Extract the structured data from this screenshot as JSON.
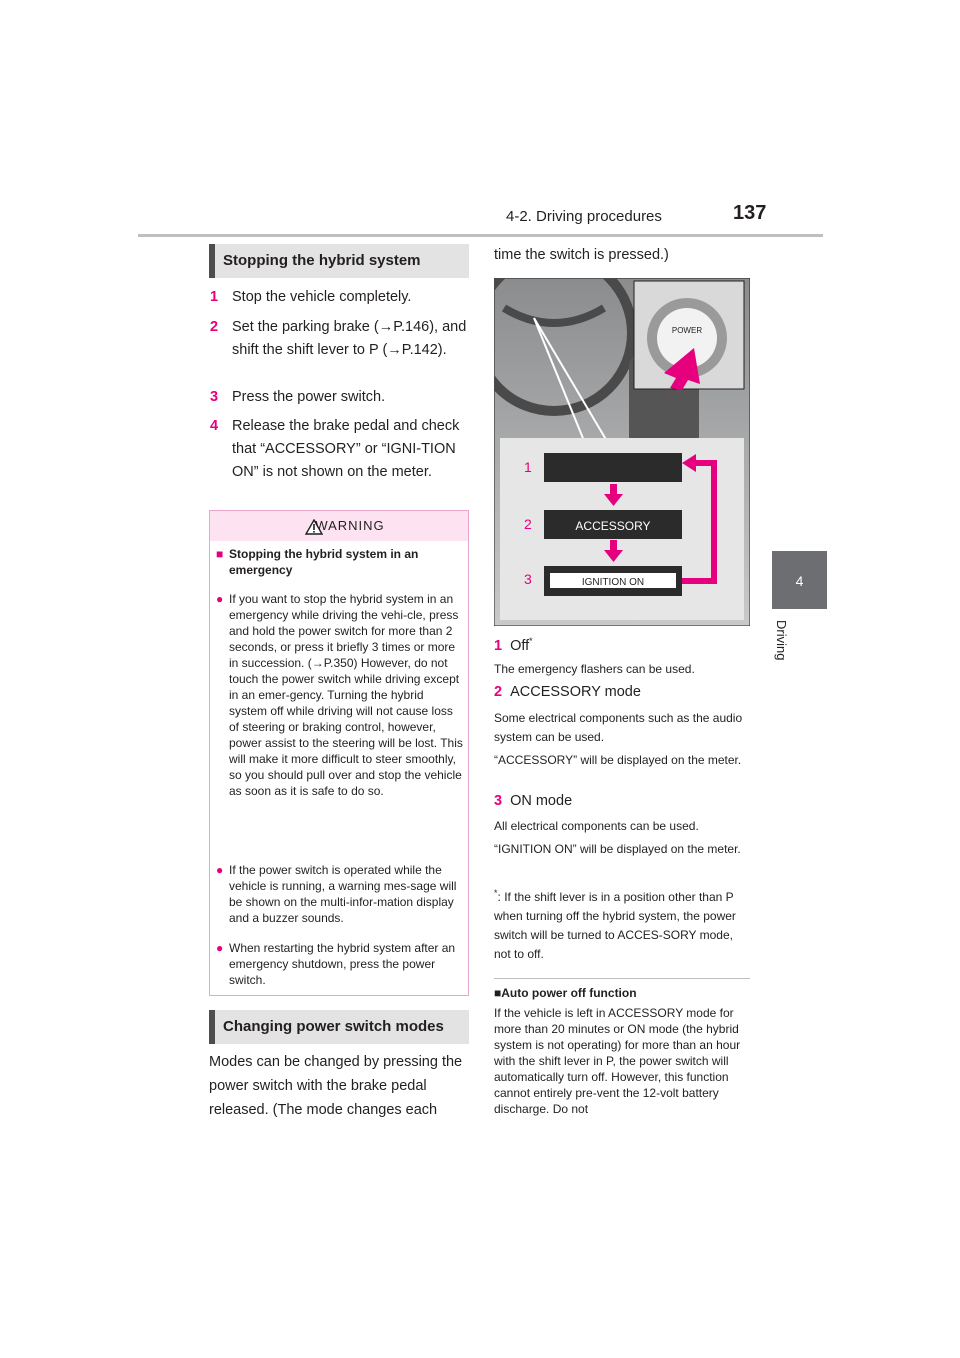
{
  "header": {
    "section": "4-2. Driving procedures",
    "page_number": "137"
  },
  "side_tab": {
    "number": "4",
    "label": "Driving"
  },
  "stopping": {
    "title": "Stopping the hybrid system",
    "steps": [
      {
        "num": "1",
        "text": "Stop the vehicle completely."
      },
      {
        "num": "2",
        "text": "Set the parking brake (→P.146), and shift the shift lever to P (→P.142)."
      },
      {
        "num": "3",
        "text": "Press the power switch."
      },
      {
        "num": "4",
        "text": "Release the brake pedal and check that “ACCESSORY” or “IGNI-TION ON” is not shown on the meter."
      }
    ]
  },
  "warning": {
    "title": "WARNING",
    "heading": "Stopping the hybrid system in an emergency",
    "items": [
      "If you want to stop the hybrid system in an emergency while driving the vehi-cle, press and hold the power switch for more than 2 seconds, or press it briefly 3 times or more in succession. (→P.350) However, do not touch the power switch while driving except in an emer-gency. Turning the hybrid system off while driving will not cause loss of steering or braking control, however, power assist to the steering will be lost. This will make it more difficult to steer smoothly, so you should pull over and stop the vehicle as soon as it is safe to do so.",
      "If the power switch is operated while the vehicle is running, a warning mes-sage will be shown on the multi-infor-mation display and a buzzer sounds.",
      "When restarting the hybrid system after an emergency shutdown, press the power switch."
    ]
  },
  "changing": {
    "title": "Changing power switch modes",
    "body_left": "Modes can be changed by pressing the power switch with the brake pedal released. (The mode changes each",
    "body_right": "time the switch is pressed.)"
  },
  "figure": {
    "button_label": "POWER",
    "rows": [
      {
        "num": "1",
        "label": ""
      },
      {
        "num": "2",
        "label": "ACCESSORY"
      },
      {
        "num": "3",
        "label": "IGNITION ON"
      }
    ]
  },
  "modes": [
    {
      "num": "1",
      "title": "Off",
      "sup": "*",
      "desc": [
        "The emergency flashers can be used."
      ]
    },
    {
      "num": "2",
      "title": "ACCESSORY mode",
      "sup": "",
      "desc": [
        "Some electrical components such as the audio system can be used.",
        "“ACCESSORY” will be displayed on the meter."
      ]
    },
    {
      "num": "3",
      "title": "ON mode",
      "sup": "",
      "desc": [
        "All electrical components can be used.",
        "“IGNITION ON” will be displayed on the meter."
      ]
    }
  ],
  "footnote": {
    "mark": "*",
    "text": "If the shift lever is in a position other than P when turning off the hybrid system, the power switch will be turned to ACCES-SORY mode, not to off."
  },
  "auto_off": {
    "heading": "Auto power off function",
    "text": "If the vehicle is left in ACCESSORY mode for more than 20 minutes or ON mode (the hybrid system is not operating) for more than an hour with the shift lever in P, the power switch will automatically turn off. However, this function cannot entirely pre-vent the 12-volt battery discharge. Do not"
  },
  "colors": {
    "accent": "#e6007e",
    "tab": "#6d6e71",
    "section_bg": "#e3e3e3",
    "warn_border": "#e8a6cc",
    "warn_bg": "#fde3f1"
  }
}
